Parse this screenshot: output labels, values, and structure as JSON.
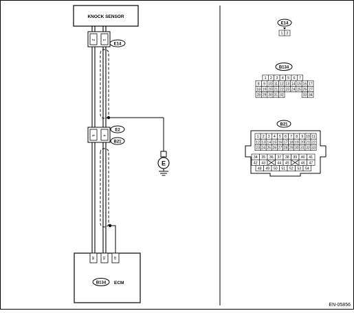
{
  "diagram": {
    "knock_sensor": "KNOCK SENSOR",
    "ecm_label": "ECM",
    "ecm_connector": "B134",
    "ground_symbol": "E",
    "figure_code": "EN-05856",
    "harness_connectors": [
      {
        "id": "E14",
        "pins": [
          "2",
          "1"
        ]
      },
      {
        "id": "E2",
        "pins": [
          "6",
          "4"
        ]
      },
      {
        "id": "B21",
        "pins": []
      }
    ],
    "ecm_pins": [
      "28",
      "15",
      "32"
    ],
    "views": [
      {
        "id": "E14",
        "rows": [
          [
            "1",
            "2"
          ]
        ]
      },
      {
        "id": "B134",
        "rows": [
          [
            "1",
            "2",
            "3",
            "4",
            "5",
            "6",
            "7"
          ],
          [
            "8",
            "9",
            "10",
            "11",
            "12",
            "13",
            "14",
            "15",
            "16",
            "17"
          ],
          [
            "18",
            "19",
            "20",
            "21",
            "22",
            "23",
            "24",
            "25",
            "26",
            "27"
          ],
          [
            "28",
            "29",
            "30",
            "31",
            "32",
            "",
            "",
            "",
            "33",
            "34"
          ]
        ]
      },
      {
        "id": "B21",
        "rows": [
          [
            "1",
            "2",
            "3",
            "4",
            "5",
            "6",
            "7",
            "8",
            "9",
            "10",
            "11"
          ],
          [
            "12",
            "13",
            "14",
            "15",
            "16",
            "17",
            "18",
            "19",
            "20",
            "21",
            "22"
          ],
          [
            "23",
            "24",
            "25",
            "26",
            "27",
            "28",
            "29",
            "30",
            "31",
            "32",
            "33"
          ],
          [
            "34",
            "35",
            "36",
            "37",
            "38",
            "39",
            "40",
            "41"
          ],
          [
            "42",
            "43",
            "",
            "44",
            "45",
            "",
            "46",
            "47"
          ],
          [
            "48",
            "49",
            "50",
            "51",
            "52",
            "53",
            "54"
          ]
        ]
      }
    ]
  }
}
